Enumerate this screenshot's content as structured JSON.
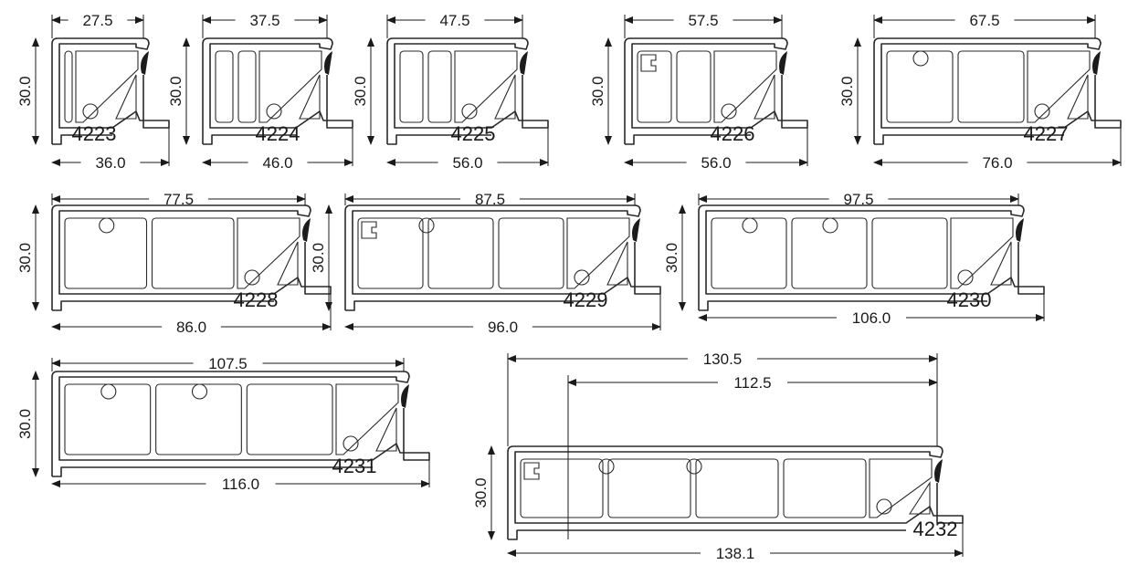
{
  "profiles": [
    {
      "id": "4223",
      "width_top": "27.5",
      "width_bottom": "36.0",
      "height": "30.0",
      "chambers": 1,
      "cross": false,
      "screws": 0
    },
    {
      "id": "4224",
      "width_top": "37.5",
      "width_bottom": "46.0",
      "height": "30.0",
      "chambers": 2,
      "cross": false,
      "screws": 0
    },
    {
      "id": "4225",
      "width_top": "47.5",
      "width_bottom": "56.0",
      "height": "30.0",
      "chambers": 2,
      "cross": false,
      "screws": 0
    },
    {
      "id": "4226",
      "width_top": "57.5",
      "width_bottom": "56.0",
      "height": "30.0",
      "chambers": 2,
      "cross": true,
      "screws": 0
    },
    {
      "id": "4227",
      "width_top": "67.5",
      "width_bottom": "76.0",
      "height": "30.0",
      "chambers": 2,
      "cross": false,
      "screws": 1
    },
    {
      "id": "4228",
      "width_top": "77.5",
      "width_bottom": "86.0",
      "height": "30.0",
      "chambers": 2,
      "cross": false,
      "screws": 1
    },
    {
      "id": "4229",
      "width_top": "87.5",
      "width_bottom": "96.0",
      "height": "30.0",
      "chambers": 3,
      "cross": true,
      "screws": 1
    },
    {
      "id": "4230",
      "width_top": "97.5",
      "width_bottom": "106.0",
      "height": "30.0",
      "chambers": 3,
      "cross": false,
      "screws": 2
    },
    {
      "id": "4231",
      "width_top": "107.5",
      "width_bottom": "116.0",
      "height": "30.0",
      "chambers": 3,
      "cross": false,
      "screws": 2
    },
    {
      "id": "4232",
      "width_top": "130.5",
      "width_mid": "112.5",
      "width_bottom": "138.1",
      "height": "30.0",
      "chambers": 4,
      "cross": true,
      "screws": 2
    }
  ],
  "colors": {
    "line": "#2a2a2a",
    "seal": "#1c1c1c",
    "background": "#ffffff"
  }
}
